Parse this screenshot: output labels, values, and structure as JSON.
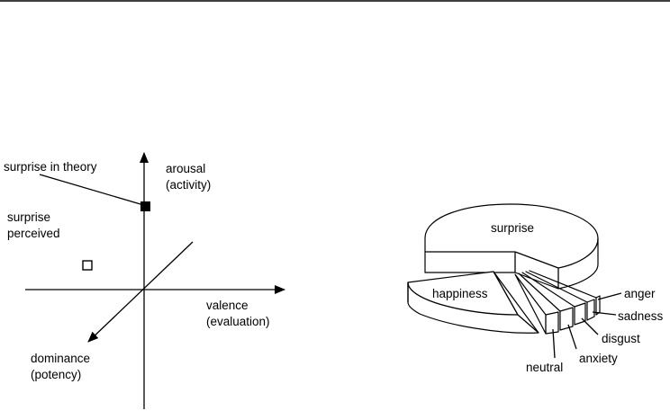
{
  "colors": {
    "ink": "#000000",
    "background": "#ffffff"
  },
  "axes_diagram": {
    "vertical_axis_label_line1": "arousal",
    "vertical_axis_label_line2": "(activity)",
    "horizontal_axis_label_line1": "valence",
    "horizontal_axis_label_line2": "(evaluation)",
    "diagonal_axis_label_line1": "dominance",
    "diagonal_axis_label_line2": "(potency)",
    "marker_theory_label": "surprise in theory",
    "marker_perceived_label_line1": "surprise",
    "marker_perceived_label_line2": "perceived"
  },
  "pie_diagram": {
    "slices": [
      "surprise",
      "happiness",
      "neutral",
      "anxiety",
      "disgust",
      "sadness",
      "anger"
    ]
  }
}
